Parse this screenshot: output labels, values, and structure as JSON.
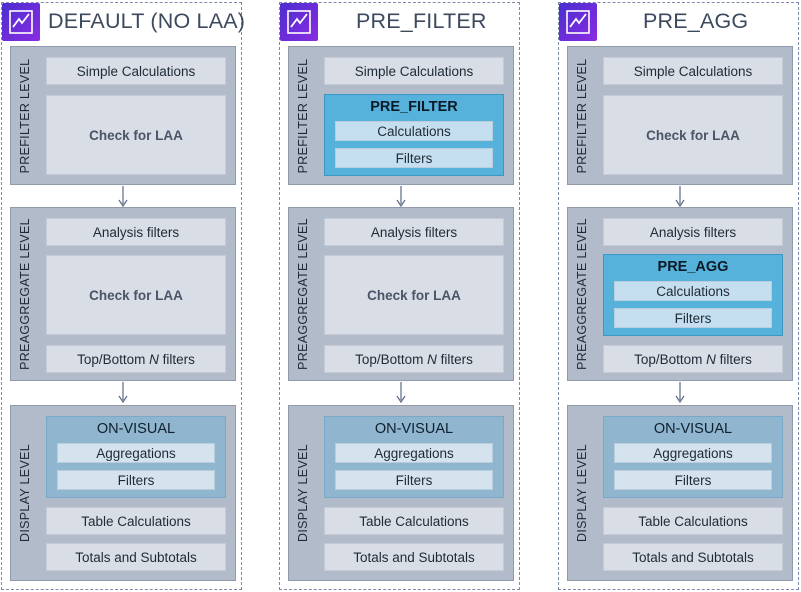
{
  "columns": [
    {
      "title": "DEFAULT (NO LAA)",
      "prefilter": {
        "label": "PREFILTER LEVEL",
        "simple_calculations": "Simple Calculations",
        "check_for_laa": "Check for LAA"
      },
      "preaggregate": {
        "label": "PREAGGREGATE LEVEL",
        "analysis_filters": "Analysis filters",
        "check_for_laa": "Check for LAA",
        "topbottom_prefix": "Top/Bottom",
        "topbottom_n": "N",
        "topbottom_suffix": "filters"
      },
      "display": {
        "label": "DISPLAY LEVEL",
        "onvisual_title": "ON-VISUAL",
        "aggregations": "Aggregations",
        "filters": "Filters",
        "table_calculations": "Table Calculations",
        "totals": "Totals and Subtotals"
      }
    },
    {
      "title": "PRE_FILTER",
      "prefilter": {
        "label": "PREFILTER LEVEL",
        "simple_calculations": "Simple Calculations",
        "group_title": "PRE_FILTER",
        "group_calculations": "Calculations",
        "group_filters": "Filters"
      },
      "preaggregate": {
        "label": "PREAGGREGATE LEVEL",
        "analysis_filters": "Analysis filters",
        "check_for_laa": "Check for LAA",
        "topbottom_prefix": "Top/Bottom",
        "topbottom_n": "N",
        "topbottom_suffix": "filters"
      },
      "display": {
        "label": "DISPLAY LEVEL",
        "onvisual_title": "ON-VISUAL",
        "aggregations": "Aggregations",
        "filters": "Filters",
        "table_calculations": "Table Calculations",
        "totals": "Totals and Subtotals"
      }
    },
    {
      "title": "PRE_AGG",
      "prefilter": {
        "label": "PREFILTER LEVEL",
        "simple_calculations": "Simple Calculations",
        "check_for_laa": "Check for LAA"
      },
      "preaggregate": {
        "label": "PREAGGREGATE LEVEL",
        "analysis_filters": "Analysis filters",
        "group_title": "PRE_AGG",
        "group_calculations": "Calculations",
        "group_filters": "Filters",
        "topbottom_prefix": "Top/Bottom",
        "topbottom_n": "N",
        "topbottom_suffix": "filters"
      },
      "display": {
        "label": "DISPLAY LEVEL",
        "onvisual_title": "ON-VISUAL",
        "aggregations": "Aggregations",
        "filters": "Filters",
        "table_calculations": "Table Calculations",
        "totals": "Totals and Subtotals"
      }
    }
  ],
  "colors": {
    "level_bg": "#b1bbc9",
    "box_bg": "#d8dde6",
    "onvisual_bg": "#8fb5cf",
    "highlight_bg": "#56b1db",
    "logo_start": "#4b2fd0",
    "logo_end": "#8a2be2"
  },
  "icons": {
    "logo": "quicksight-logo-icon",
    "arrow": "arrow-down-icon"
  }
}
